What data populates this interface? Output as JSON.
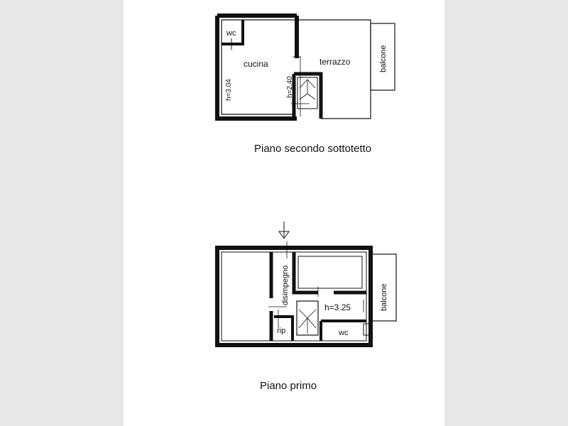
{
  "upper_floor": {
    "caption": "Piano secondo sottotetto",
    "rooms": {
      "wc": "wc",
      "kitchen": "cucina",
      "terrace": "terrazzo",
      "balcony": "balcone"
    },
    "heights": {
      "kitchen": "h=3.04",
      "stair": "h=2.40"
    }
  },
  "lower_floor": {
    "caption": "Piano primo",
    "rooms": {
      "hallway": "disimpegno",
      "storage": "rip",
      "wc": "wc",
      "balcony": "balcone"
    },
    "heights": {
      "center": "h=3.25"
    }
  }
}
